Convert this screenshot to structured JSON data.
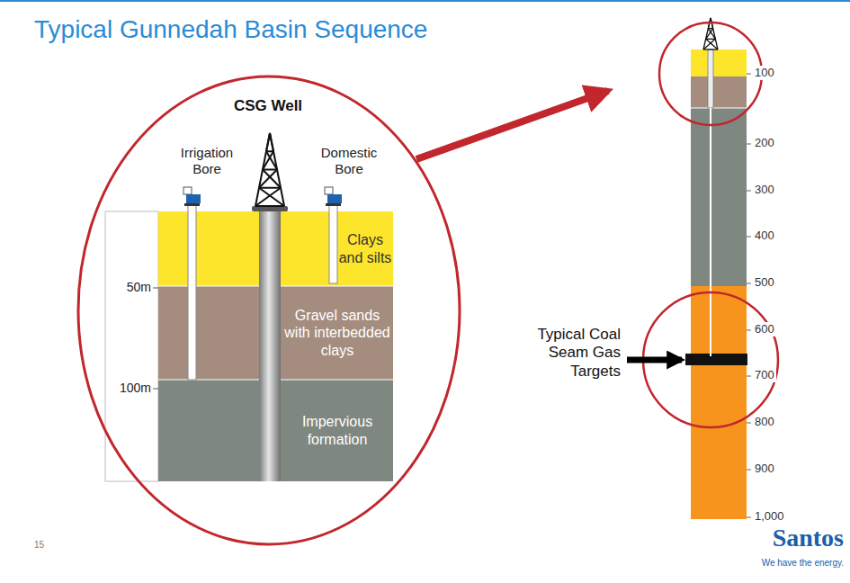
{
  "diagram": {
    "title": "Typical Gunnedah Basin Sequence",
    "nodes": [
      {
        "text": [
          "Clays and silts"
        ]
      },
      {
        "text": [
          "Gravel sands with interbedded clays"
        ]
      },
      {
        "text": [
          "Impervious formation"
        ]
      }
    ],
    "labels": [
      "CSG Well",
      "Irrigation Bore",
      "Domestic Bore",
      "50m",
      "100m",
      "100",
      "200",
      "300",
      "400",
      "500",
      "600",
      "700",
      "800",
      "900",
      "1,000",
      "Typical Coal Seam Gas Targets",
      "15",
      "Santos",
      "We have the energy."
    ]
  }
}
